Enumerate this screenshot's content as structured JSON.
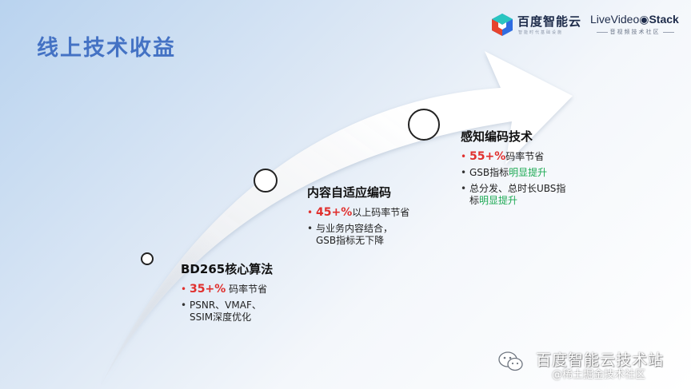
{
  "title": "线上技术收益",
  "colors": {
    "title": "#4472c4",
    "accent_red": "#e0302e",
    "accent_green": "#1faa55"
  },
  "logos": {
    "baidu": {
      "name": "百度智能云",
      "tagline": "智能时代基础设施",
      "icon": "cube-logo-icon"
    },
    "livevideostack": {
      "name_prefix": "LiveVideo",
      "name_suffix": "Stack",
      "subtitle": "音视频技术社区"
    }
  },
  "stages": [
    {
      "heading": "BD265核心算法",
      "bullets": [
        {
          "parts": [
            {
              "text": "35+%",
              "style": "pct"
            },
            {
              "text": " 码率节省",
              "style": "plain"
            }
          ]
        },
        {
          "parts": [
            {
              "text": "PSNR、VMAF、SSIM深度优化",
              "style": "plain"
            }
          ]
        }
      ]
    },
    {
      "heading": "内容自适应编码",
      "bullets": [
        {
          "parts": [
            {
              "text": "45+%",
              "style": "pct"
            },
            {
              "text": "以上码率节省",
              "style": "plain"
            }
          ]
        },
        {
          "parts": [
            {
              "text": "与业务内容结合，GSB指标无下降",
              "style": "plain"
            }
          ]
        }
      ]
    },
    {
      "heading": "感知编码技术",
      "bullets": [
        {
          "parts": [
            {
              "text": "55+%",
              "style": "pct"
            },
            {
              "text": "码率节省",
              "style": "plain"
            }
          ]
        },
        {
          "parts": [
            {
              "text": "GSB指标",
              "style": "plain"
            },
            {
              "text": "明显提升",
              "style": "green"
            }
          ]
        },
        {
          "parts": [
            {
              "text": "总分发、总时长UBS指标",
              "style": "plain"
            },
            {
              "text": "明显提升",
              "style": "green"
            }
          ]
        }
      ]
    }
  ],
  "watermark": {
    "line1": "百度智能云技术站",
    "line2": "@稀土掘金技术社区",
    "icon": "wechat-icon"
  }
}
